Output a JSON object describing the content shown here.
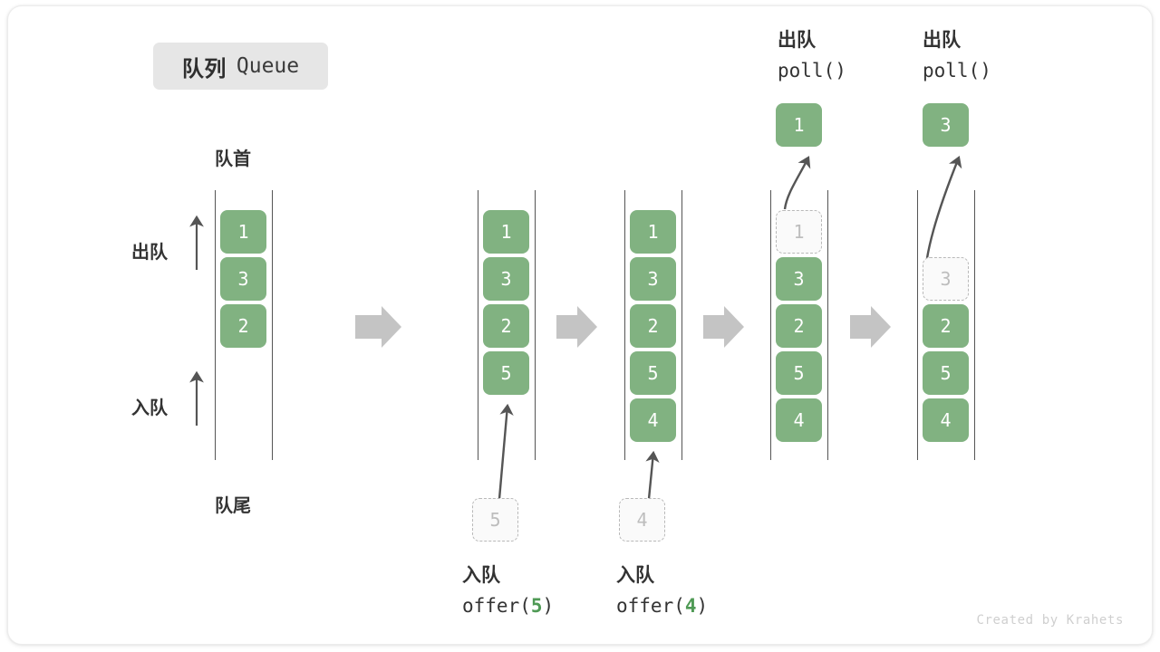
{
  "title": {
    "cn": "队列",
    "en": "Queue"
  },
  "labels": {
    "head": "队首",
    "tail": "队尾",
    "dequeue_side": "出队",
    "enqueue_side": "入队"
  },
  "colors": {
    "element_fill": "#81b281",
    "element_text": "#ffffff",
    "ghost_border": "#b9b9b9",
    "ghost_text": "#bdbdbd",
    "rail": "#555555",
    "flow_arrow": "#c4c4c4",
    "badge_bg": "#e6e6e6",
    "code_arg": "#4f9a55"
  },
  "columns": [
    {
      "id": "initial",
      "cells": [
        {
          "value": "1",
          "state": "filled"
        },
        {
          "value": "3",
          "state": "filled"
        },
        {
          "value": "2",
          "state": "filled"
        }
      ],
      "popped": null,
      "incoming": null,
      "caption": null
    },
    {
      "id": "after-offer-5",
      "cells": [
        {
          "value": "1",
          "state": "filled"
        },
        {
          "value": "3",
          "state": "filled"
        },
        {
          "value": "2",
          "state": "filled"
        },
        {
          "value": "5",
          "state": "filled"
        }
      ],
      "popped": null,
      "incoming": {
        "value": "5"
      },
      "caption": {
        "cn": "入队",
        "fn": "offer(",
        "arg": "5",
        "close": ")"
      }
    },
    {
      "id": "after-offer-4",
      "cells": [
        {
          "value": "1",
          "state": "filled"
        },
        {
          "value": "3",
          "state": "filled"
        },
        {
          "value": "2",
          "state": "filled"
        },
        {
          "value": "5",
          "state": "filled"
        },
        {
          "value": "4",
          "state": "filled"
        }
      ],
      "popped": null,
      "incoming": {
        "value": "4"
      },
      "caption": {
        "cn": "入队",
        "fn": "offer(",
        "arg": "4",
        "close": ")"
      }
    },
    {
      "id": "poll-1",
      "cells": [
        {
          "value": "1",
          "state": "ghost"
        },
        {
          "value": "3",
          "state": "filled"
        },
        {
          "value": "2",
          "state": "filled"
        },
        {
          "value": "5",
          "state": "filled"
        },
        {
          "value": "4",
          "state": "filled"
        }
      ],
      "popped": {
        "value": "1"
      },
      "incoming": null,
      "caption": {
        "cn": "出队",
        "fn": "poll(",
        "arg": "",
        "close": ")"
      }
    },
    {
      "id": "poll-3",
      "cells": [
        {
          "value": "",
          "state": "empty"
        },
        {
          "value": "3",
          "state": "ghost"
        },
        {
          "value": "2",
          "state": "filled"
        },
        {
          "value": "5",
          "state": "filled"
        },
        {
          "value": "4",
          "state": "filled"
        }
      ],
      "popped": {
        "value": "3"
      },
      "incoming": null,
      "caption": {
        "cn": "出队",
        "fn": "poll(",
        "arg": "",
        "close": ")"
      }
    }
  ],
  "flow_arrows": 4,
  "watermark": "Created by Krahets"
}
